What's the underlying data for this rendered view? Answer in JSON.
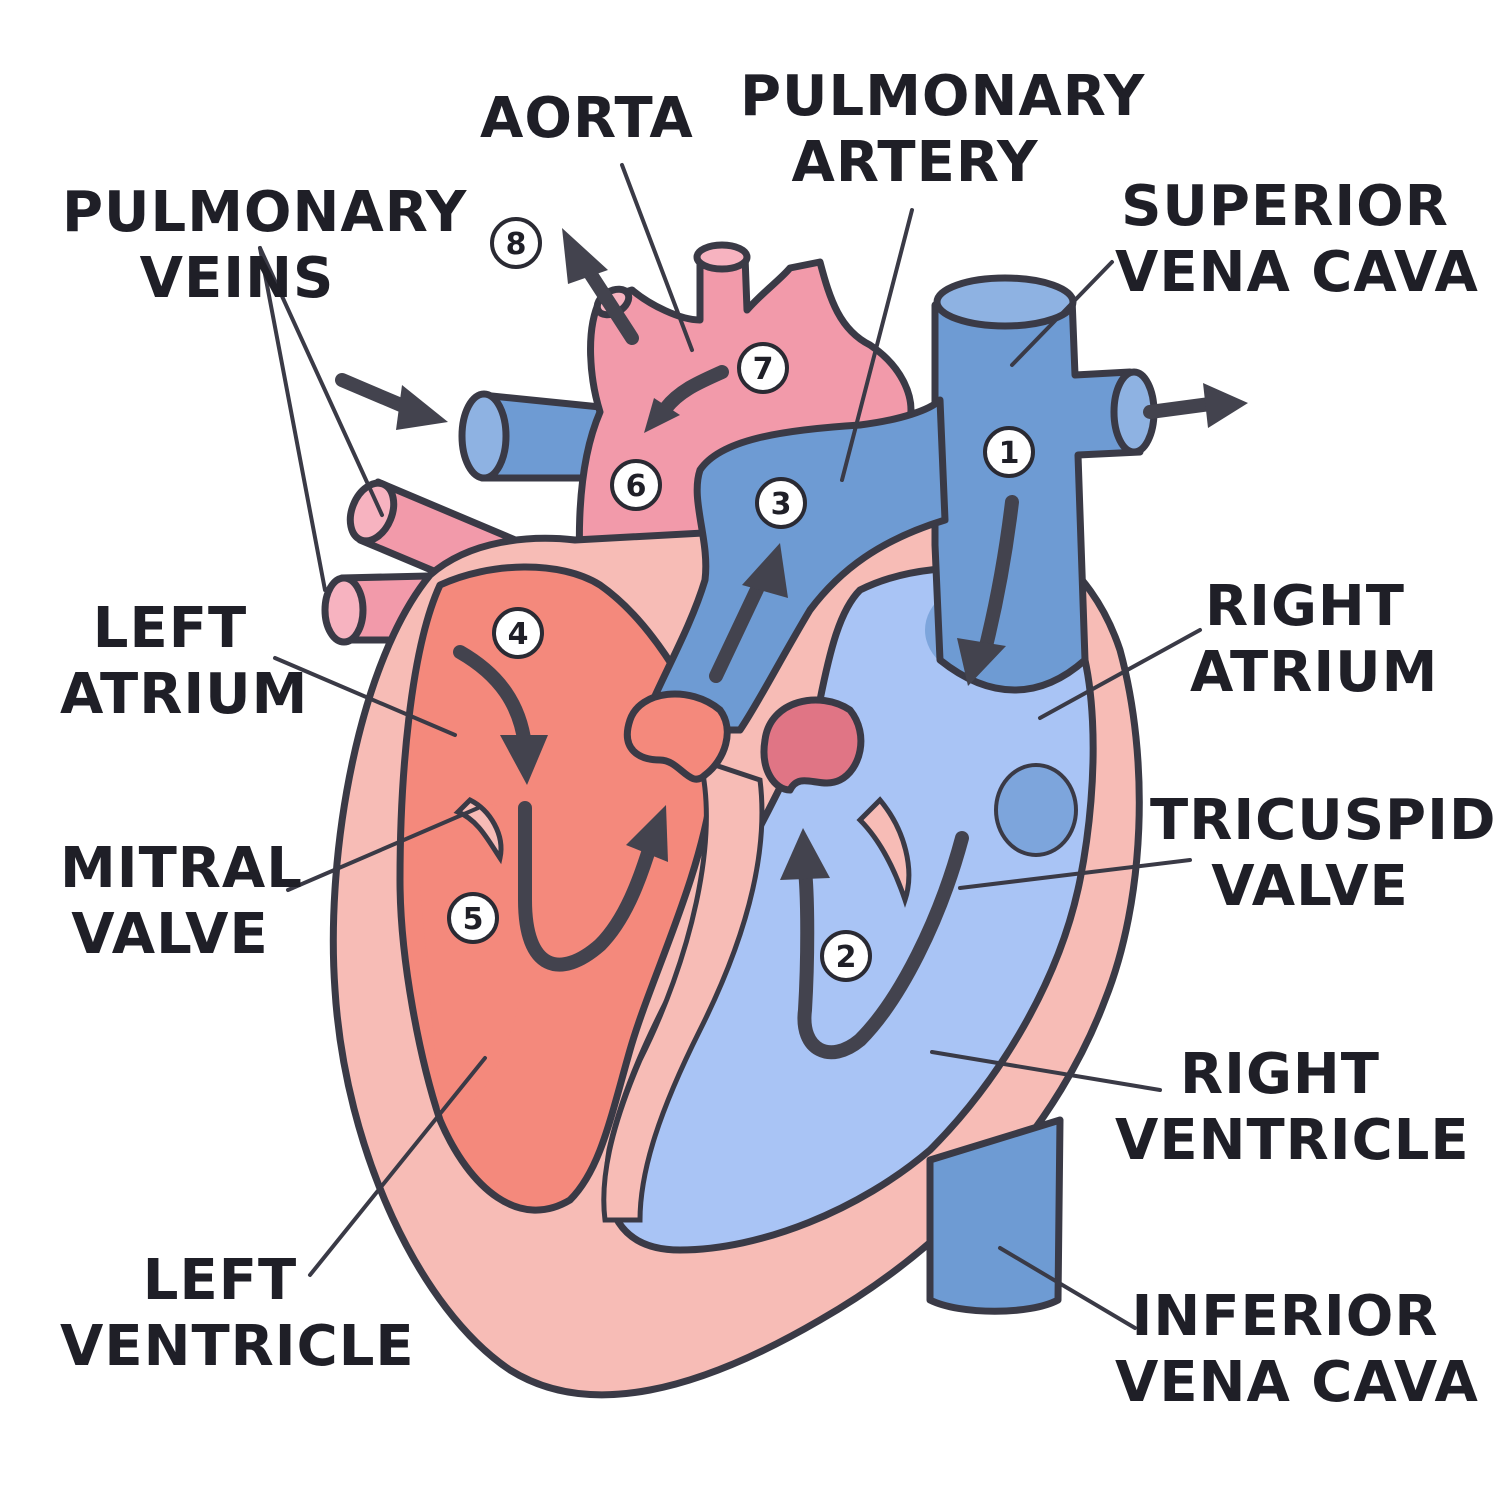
{
  "labels": {
    "aorta": [
      "AORTA"
    ],
    "pulmonary_artery": [
      "PULMONARY",
      "ARTERY"
    ],
    "pulmonary_veins": [
      "PULMONARY",
      "VEINS"
    ],
    "superior_vena_cava": [
      "SUPERIOR",
      "VENA CAVA"
    ],
    "left_atrium": [
      "LEFT",
      "ATRIUM"
    ],
    "right_atrium": [
      "RIGHT",
      "ATRIUM"
    ],
    "mitral_valve": [
      "MITRAL",
      "VALVE"
    ],
    "tricuspid_valve": [
      "TRICUSPID",
      "VALVE"
    ],
    "right_ventricle": [
      "RIGHT",
      "VENTRICLE"
    ],
    "left_ventricle": [
      "LEFT",
      "VENTRICLE"
    ],
    "inferior_vena_cava": [
      "INFERIOR",
      "VENA CAVA"
    ]
  },
  "steps": [
    "1",
    "2",
    "3",
    "4",
    "5",
    "6",
    "7",
    "8"
  ],
  "colors": {
    "deoxygenated_vessel": "#6e9bd3",
    "right_chamber": "#a9c4f5",
    "oxygenated_vessel": "#f29aaa",
    "left_chamber": "#f4897c",
    "heart_wall": "#f7bcb6",
    "outline": "#3a3a46",
    "arrow": "#43434e"
  }
}
